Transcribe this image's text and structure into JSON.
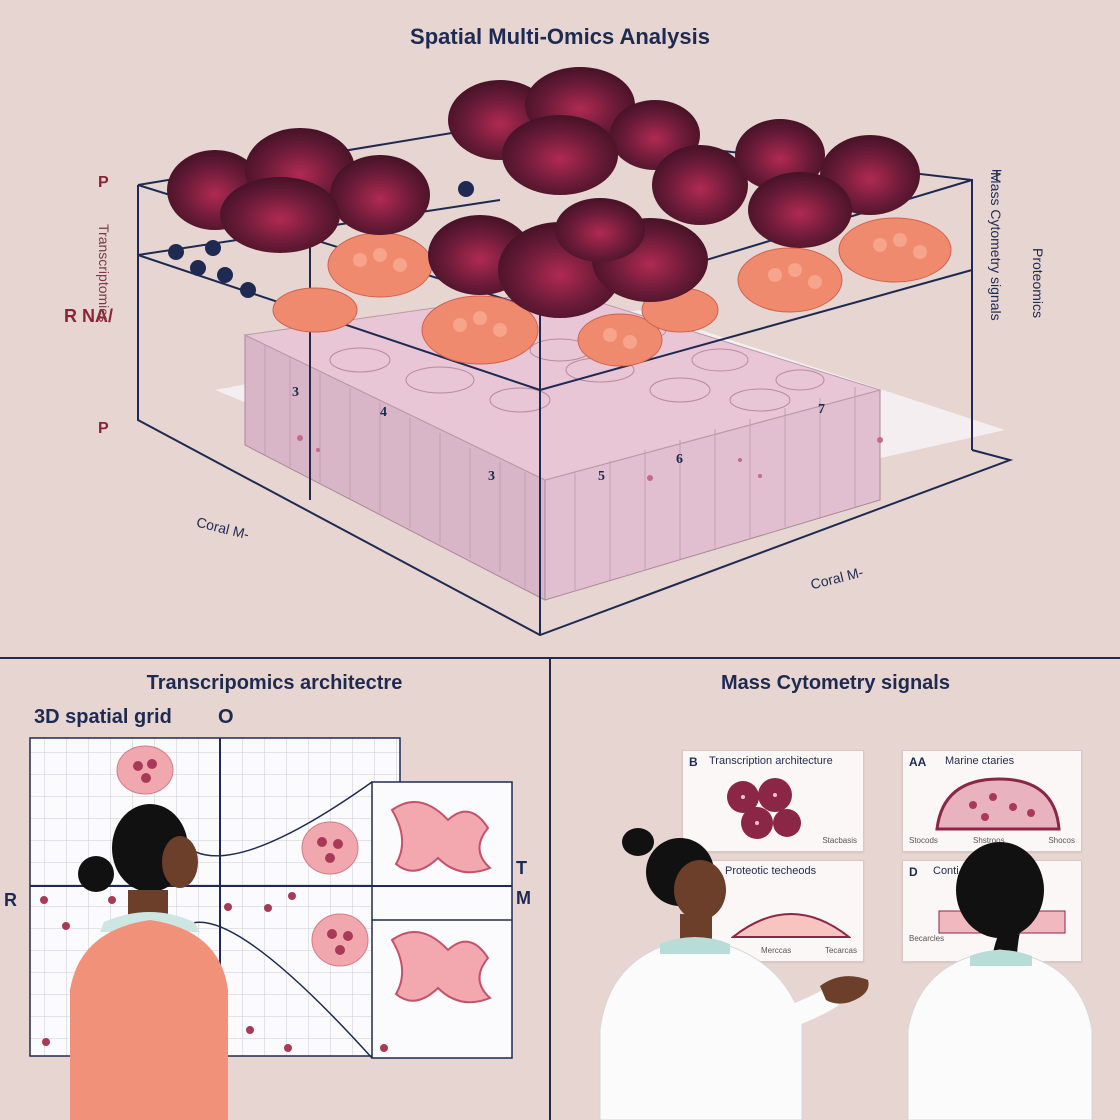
{
  "title": "Spatial Multi-Omics Analysis",
  "left_labels": {
    "p_top": "P",
    "rna": "R NA/",
    "transcriptomics": "Transcriptomics",
    "p_bottom": "P"
  },
  "right_labels": {
    "mass_cytometry": "Mass Cytometry signals",
    "t": "T",
    "proteomics": "Proteomics"
  },
  "block_numbers": [
    "3",
    "4",
    "3",
    "5",
    "6",
    "7"
  ],
  "axis_labels": {
    "coral_left": "Coral M-",
    "coral_right": "Coral M-"
  },
  "left_panel": {
    "title": "Transcripomics architectre",
    "grid_title": "3D spatial grid",
    "marker_o": "O",
    "marker_r": "R",
    "marker_m": "M"
  },
  "right_panel": {
    "title": "Mass Cytometry signals",
    "marker_t": "T",
    "cards": [
      {
        "letter": "B",
        "title": "Transcription architecture",
        "foot_right": "Stacbasis"
      },
      {
        "letter": "AA",
        "title": "Marine ctaries",
        "foot_left": "Stocods",
        "foot_mid": "Shstroos",
        "foot_right": "Shocos"
      },
      {
        "letter": "",
        "title": "Proteotic techeods",
        "foot_left": "Merccas",
        "foot_right": "Tecarcas"
      },
      {
        "letter": "D",
        "title": "Conti",
        "foot_left": "Becarcles"
      }
    ]
  },
  "colors": {
    "background": "#e6d5d0",
    "navy": "#1f2a52",
    "maroon": "#5c1a33",
    "salmon": "#f08a6e",
    "tissue": "#e8c6d6"
  }
}
